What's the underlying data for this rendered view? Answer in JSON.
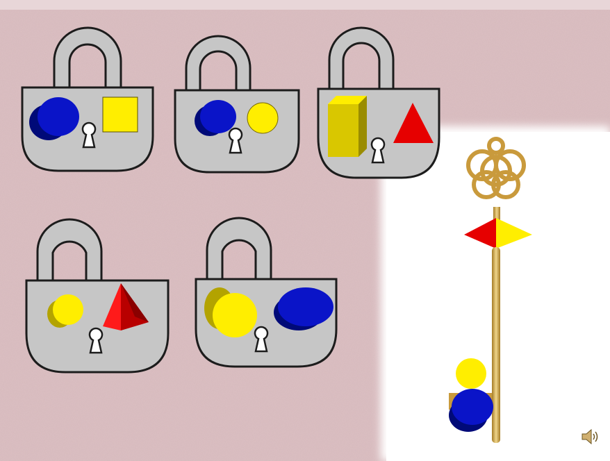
{
  "colors": {
    "background": "#dcc0c3",
    "panel": "#ffffff",
    "lock_body": "#c6c6c6",
    "lock_outline": "#1c1c1c",
    "blue": "#0a14c8",
    "yellow": "#ffee00",
    "red": "#e60000",
    "gold": "#d2a94c"
  },
  "locks": [
    {
      "id": 1,
      "shapes": [
        "blue-cylinder",
        "yellow-square"
      ]
    },
    {
      "id": 2,
      "shapes": [
        "blue-cylinder",
        "yellow-circle"
      ]
    },
    {
      "id": 3,
      "shapes": [
        "yellow-cuboid",
        "red-triangle"
      ]
    },
    {
      "id": 4,
      "shapes": [
        "yellow-cylinder",
        "red-pyramid"
      ]
    },
    {
      "id": 5,
      "shapes": [
        "yellow-cylinder",
        "blue-cylinder"
      ]
    }
  ],
  "key": {
    "handle_flag": [
      "red-triangle",
      "yellow-triangle"
    ],
    "bit_shapes": [
      "yellow-circle",
      "blue-cylinder"
    ]
  },
  "icons": {
    "sound": "speaker-icon"
  }
}
